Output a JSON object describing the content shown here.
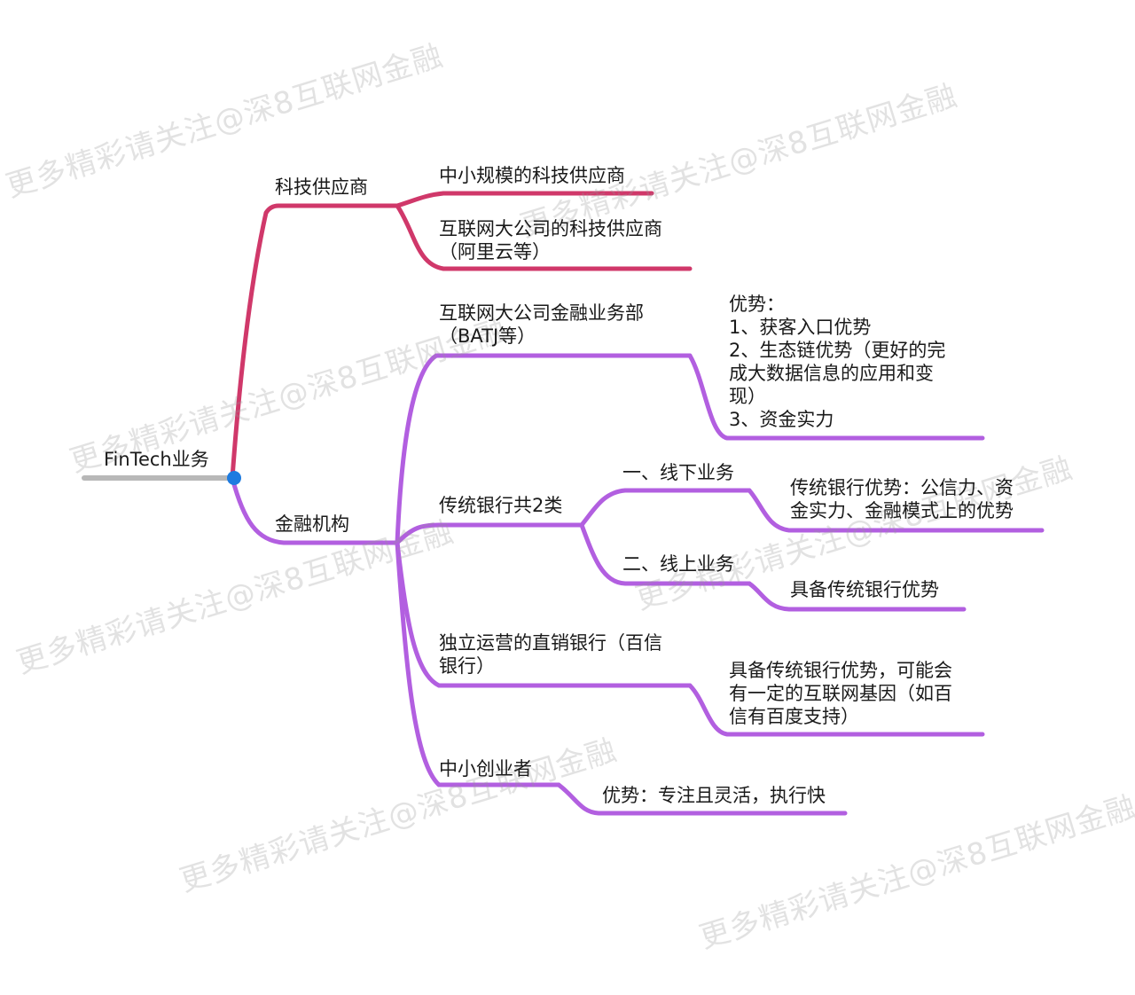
{
  "colors": {
    "root_line": "#b8b8b8",
    "root_dot": "#1e7be0",
    "tech_branch": "#d0386a",
    "finance_branch": "#b25fe0"
  },
  "watermark_text": "更多精彩请关注@深8互联网金融",
  "root": {
    "label": "FinTech业务"
  },
  "tech": {
    "label": "科技供应商",
    "children": [
      {
        "lines": [
          "中小规模的科技供应商"
        ]
      },
      {
        "lines": [
          "互联网大公司的科技供应商",
          "（阿里云等）"
        ]
      }
    ]
  },
  "finance": {
    "label": "金融机构",
    "children": [
      {
        "lines": [
          "互联网大公司金融业务部",
          "（BATJ等）"
        ],
        "note": [
          "优势：",
          "1、获客入口优势",
          "2、生态链优势（更好的完",
          "成大数据信息的应用和变",
          "现）",
          "3、资金实力"
        ]
      },
      {
        "lines": [
          "传统银行共2类"
        ],
        "sub": [
          {
            "label": "一、线下业务",
            "note": [
              "传统银行优势：公信力、资",
              "金实力、金融模式上的优势"
            ]
          },
          {
            "label": "二、线上业务",
            "note": [
              "具备传统银行优势"
            ]
          }
        ]
      },
      {
        "lines": [
          "独立运营的直销银行（百信",
          "银行）"
        ],
        "note": [
          "具备传统银行优势，可能会",
          "有一定的互联网基因（如百",
          "信有百度支持）"
        ]
      },
      {
        "lines": [
          "中小创业者"
        ],
        "note": [
          "优势：专注且灵活，执行快"
        ]
      }
    ]
  }
}
